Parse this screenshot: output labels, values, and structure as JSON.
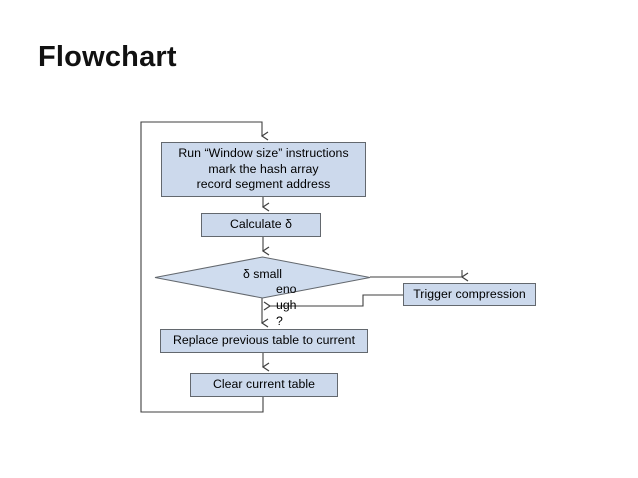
{
  "slide": {
    "title": "Flowchart",
    "background_color": "#ffffff"
  },
  "diagram": {
    "type": "flowchart",
    "node_fill_color": "#ccd9ec",
    "node_border_color": "#63686e",
    "connector_color": "#3f3f3f",
    "nodes": [
      {
        "id": "run-window-size",
        "shape": "process",
        "label": "Run “Window size” instructions\nmark the hash array\nrecord segment address"
      },
      {
        "id": "calculate-delta",
        "shape": "process",
        "label": "Calculate δ"
      },
      {
        "id": "delta-small",
        "shape": "decision",
        "label": "δ small"
      },
      {
        "id": "replace-table",
        "shape": "process",
        "label": "Replace previous table to current"
      },
      {
        "id": "clear-table",
        "shape": "process",
        "label": "Clear current table"
      },
      {
        "id": "trigger-compression",
        "shape": "process",
        "label": "Trigger compression"
      }
    ],
    "edge_labels": [
      {
        "id": "enough",
        "text": "eno\nugh\n?"
      }
    ]
  }
}
